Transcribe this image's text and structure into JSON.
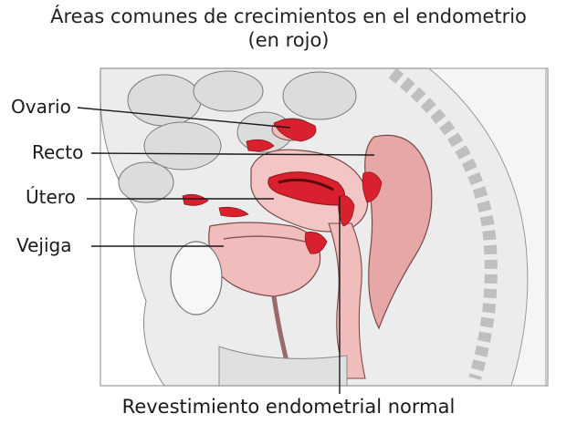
{
  "title": {
    "line1": "Áreas comunes de crecimientos en el endometrio",
    "line2": "(en rojo)"
  },
  "labels": {
    "ovario": "Ovario",
    "recto": "Recto",
    "utero": "Útero",
    "vejiga": "Vejiga"
  },
  "caption": "Revestimiento endometrial normal",
  "colors": {
    "endometrial_growth": "#d9202e",
    "tissue_pink": "#f1bcbc",
    "tissue_light": "#e9e6e4",
    "outline": "#6b6b6b",
    "leader_line": "#1a1a1a"
  }
}
